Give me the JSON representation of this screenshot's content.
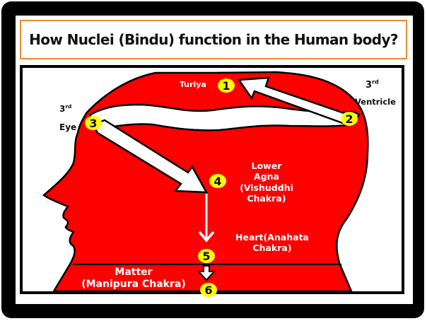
{
  "title": "How Nuclei (Bindu) function in the Human body?",
  "colors": {
    "body_fill": "#ff0000",
    "badge_fill": "#ffff00",
    "title_border": "#f08a30",
    "frame": "#000000",
    "arrow_fill": "#ffffff"
  },
  "nodes": [
    {
      "number": "1",
      "label": "Turiya"
    },
    {
      "number": "2",
      "label_prefix": "3",
      "label_sup": "rd",
      "label": "Ventricle"
    },
    {
      "number": "3",
      "label_prefix": "3",
      "label_sup": "rd",
      "label": "Eye"
    },
    {
      "number": "4",
      "label_lines": [
        "Lower",
        "Agna (Vishuddhi",
        "Chakra)"
      ]
    },
    {
      "number": "5",
      "label_lines": [
        "Heart(Anahata",
        "Chakra)"
      ]
    },
    {
      "number": "6",
      "label_lines": [
        "Matter",
        "(Manipura Chakra)"
      ]
    }
  ],
  "flow": [
    "3",
    "2",
    "1",
    "4",
    "5",
    "6"
  ]
}
